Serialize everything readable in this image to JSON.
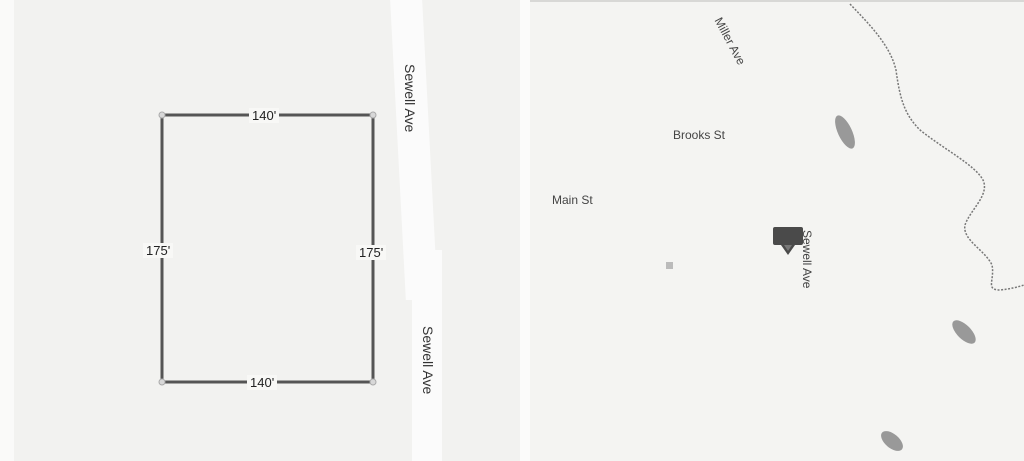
{
  "left_panel": {
    "lot": {
      "top_dimension": "140'",
      "bottom_dimension": "140'",
      "left_dimension": "175'",
      "right_dimension": "175'",
      "line_color": "#555555"
    },
    "road_labels": [
      {
        "name": "Sewell Ave"
      },
      {
        "name": "Sewell Ave"
      }
    ]
  },
  "right_panel": {
    "street_labels": {
      "miller": "Miller Ave",
      "brooks": "Brooks St",
      "main": "Main St",
      "sewell": "Sewell Ave"
    },
    "marker": {
      "icon": "location-pin-icon",
      "color": "#4a4a4a"
    },
    "water_features": [
      "stream",
      "pond",
      "pond",
      "pond"
    ]
  }
}
